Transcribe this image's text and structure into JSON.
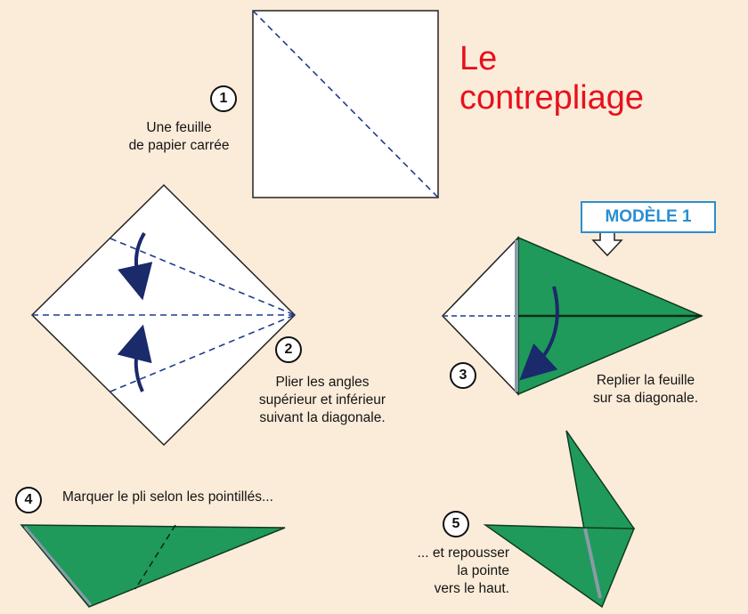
{
  "title": {
    "line1": "Le",
    "line2": "contrepliage"
  },
  "model_label": "MODÈLE 1",
  "steps": [
    {
      "number": "1",
      "caption_lines": [
        "Une feuille",
        "de papier carrée"
      ]
    },
    {
      "number": "2",
      "caption_lines": [
        "Plier les angles",
        "supérieur et inférieur",
        "suivant la diagonale."
      ]
    },
    {
      "number": "3",
      "caption_lines": [
        "Replier la feuille",
        "sur sa diagonale."
      ]
    },
    {
      "number": "4",
      "caption_lines": [
        "Marquer le pli selon les pointillés..."
      ]
    },
    {
      "number": "5",
      "caption_lines": [
        "... et repousser",
        "la pointe",
        "vers le haut."
      ]
    }
  ],
  "colors": {
    "background": "#fbecd9",
    "paper_white": "#ffffff",
    "paper_green": "#1f9a5a",
    "title_red": "#e8101c",
    "model_blue": "#2a8fd0",
    "arrow_blue": "#1a2a6a"
  }
}
